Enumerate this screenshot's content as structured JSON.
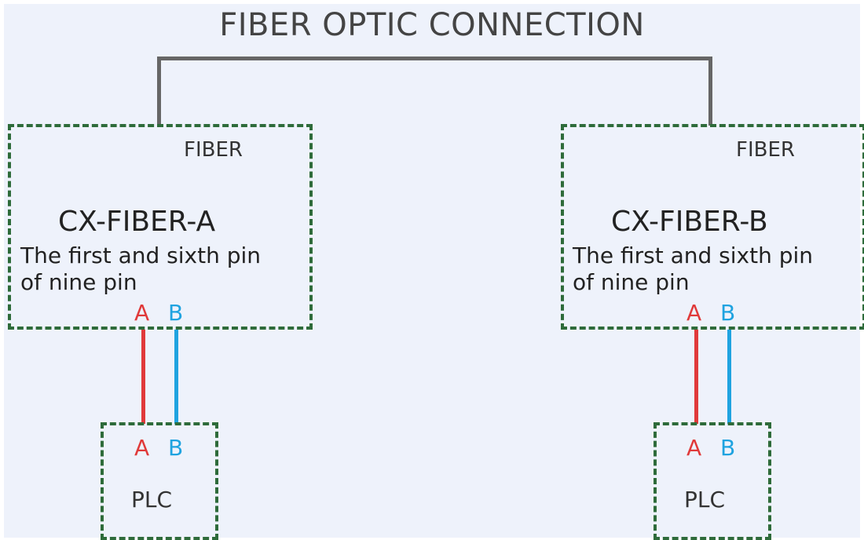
{
  "title": "FIBER OPTIC CONNECTION",
  "left_module": {
    "tag": "FIBER",
    "model": "CX-FIBER-A",
    "desc_line1": "The first and sixth pin",
    "desc_line2": "of nine pin",
    "pin_a": "A",
    "pin_b": "B"
  },
  "right_module": {
    "tag": "FIBER",
    "model": "CX-FIBER-B",
    "desc_line1": "The first and sixth pin",
    "desc_line2": "of nine pin",
    "pin_a": "A",
    "pin_b": "B"
  },
  "left_plc": {
    "label": "PLC",
    "pin_a": "A",
    "pin_b": "B"
  },
  "right_plc": {
    "label": "PLC",
    "pin_a": "A",
    "pin_b": "B"
  },
  "colors": {
    "box_border": "#2e6b3a",
    "fiber_link": "#666666",
    "wire_a": "#e03a3a",
    "wire_b": "#1fa3e0",
    "background": "#eef2fb"
  }
}
